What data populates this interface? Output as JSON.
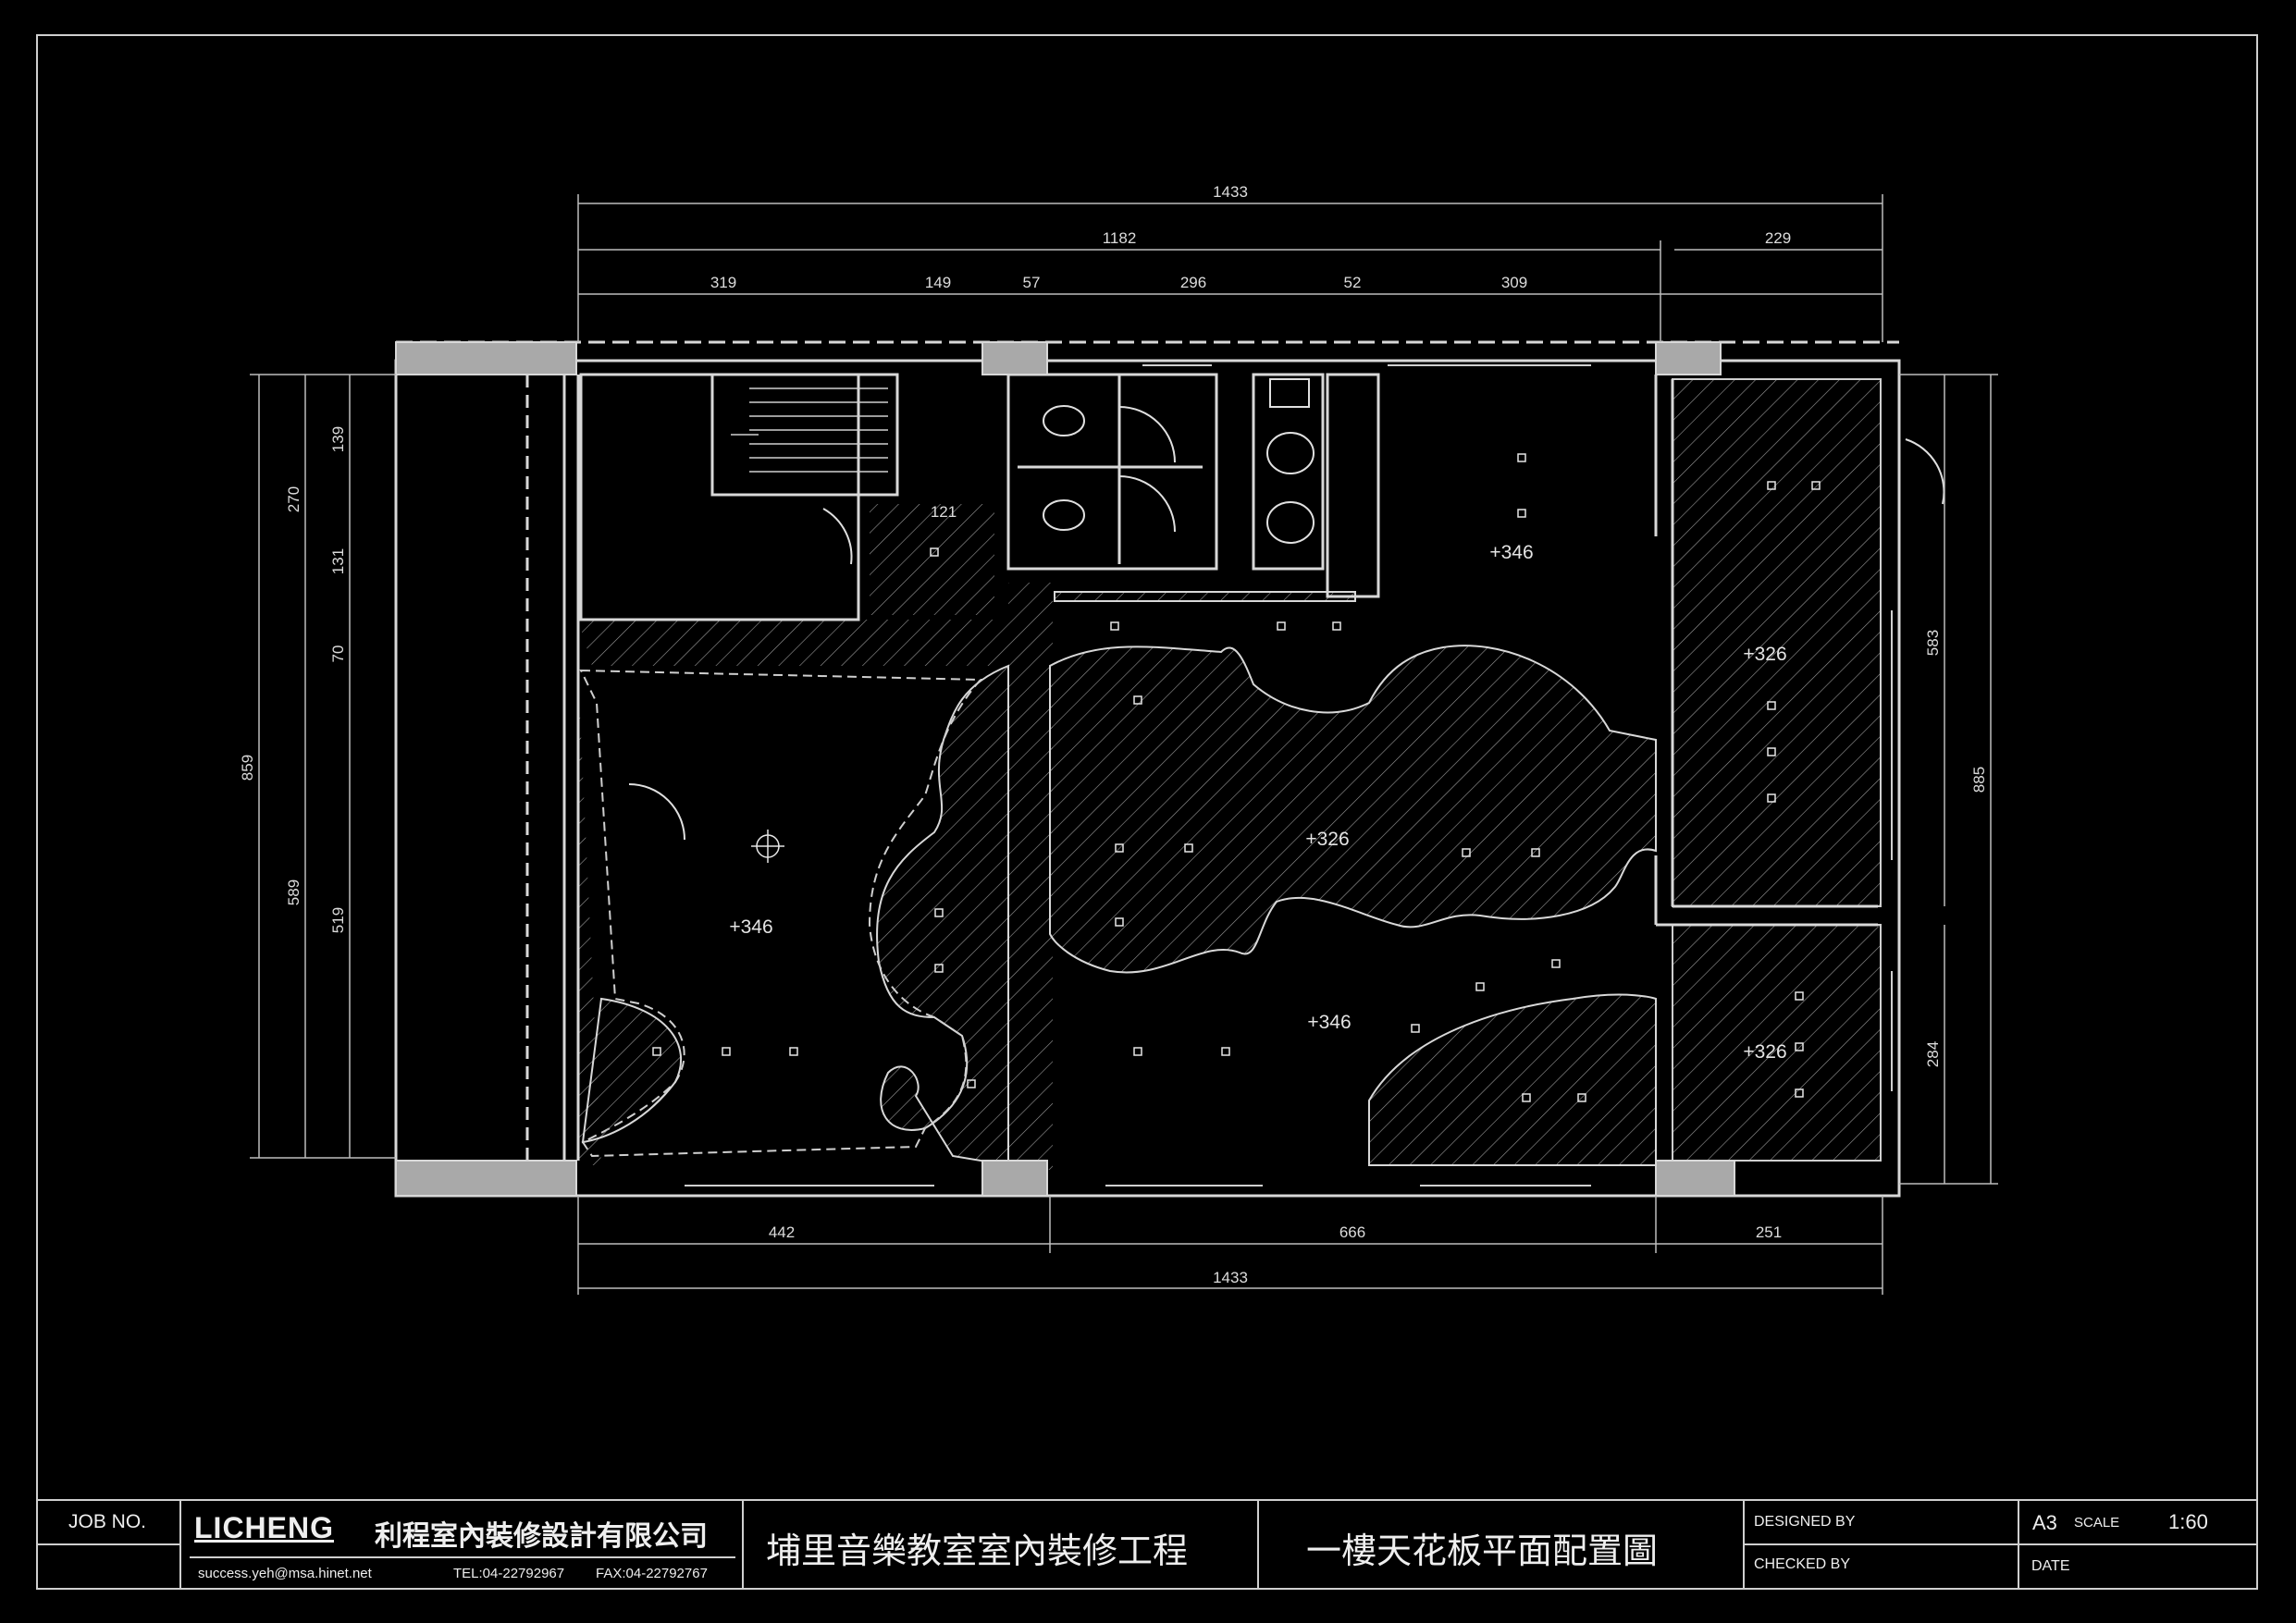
{
  "drawing": {
    "dims_top": [
      "1433",
      "1182",
      "229",
      "319",
      "149",
      "57",
      "296",
      "52",
      "309"
    ],
    "dims_bottom": [
      "442",
      "666",
      "251",
      "1433"
    ],
    "dims_left": [
      "859",
      "270",
      "139",
      "131",
      "70",
      "589",
      "519"
    ],
    "dims_right": [
      "583",
      "885",
      "284"
    ],
    "stair_label": "121",
    "elevations": [
      "+346",
      "+346",
      "+326",
      "+326",
      "+326",
      "+346"
    ]
  },
  "title_block": {
    "job_no_label": "JOB NO.",
    "logo": "LICHENG",
    "company": "利程室內裝修設計有限公司",
    "email": "success.yeh@msa.hinet.net",
    "tel": "TEL:04-22792967",
    "fax": "FAX:04-22792767",
    "project": "埔里音樂教室室內裝修工程",
    "drawing_title": "一樓天花板平面配置圖",
    "designed_by": "DESIGNED BY",
    "checked_by": "CHECKED BY",
    "sheet_size": "A3",
    "scale_label": "SCALE",
    "scale": "1:60",
    "date_label": "DATE"
  },
  "colors": {
    "background": "#000000",
    "lines": "#d8d8d8",
    "column_fill": "#a9a9a9"
  }
}
